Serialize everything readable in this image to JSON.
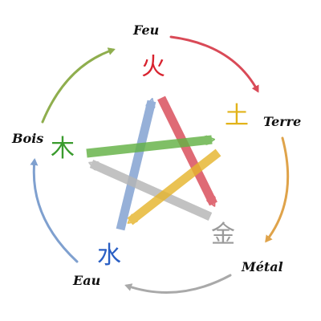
{
  "elements": [
    {
      "key": "fire",
      "name": "Feu",
      "glyph": "火",
      "color": "#d8232f"
    },
    {
      "key": "earth",
      "name": "Terre",
      "glyph": "土",
      "color": "#e2b31a"
    },
    {
      "key": "metal",
      "name": "Métal",
      "glyph": "金",
      "color": "#9a9a9a"
    },
    {
      "key": "water",
      "name": "Eau",
      "glyph": "水",
      "color": "#2a5fc4"
    },
    {
      "key": "wood",
      "name": "Bois",
      "glyph": "木",
      "color": "#3a9b2e"
    }
  ],
  "cycle_arrow_colors": {
    "fire_to_earth": "#d94a57",
    "earth_to_metal": "#dfa34a",
    "metal_to_water": "#a9a9a9",
    "water_to_wood": "#7fa0cf",
    "wood_to_fire": "#8fae4e"
  },
  "star_arrow_colors": {
    "fire_to_metal": "#d94a57",
    "earth_to_water": "#e6b52e",
    "metal_to_wood": "#b5b5b5",
    "water_to_fire": "#7f9fd0",
    "wood_to_earth": "#63b245"
  }
}
